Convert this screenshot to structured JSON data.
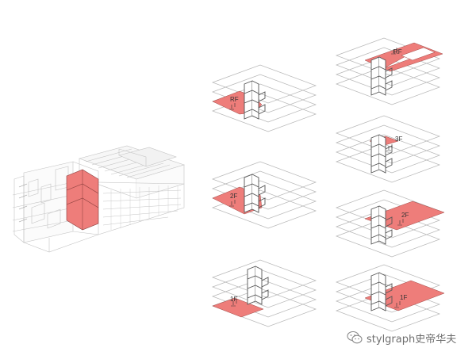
{
  "colors": {
    "highlight": "#ee7d7a",
    "line": "#b7b7b7",
    "dark_line": "#555555",
    "label": "#333333"
  },
  "diagrams": [
    {
      "id": "left-rf",
      "label": "RF"
    },
    {
      "id": "left-2f",
      "label": "2F"
    },
    {
      "id": "left-1f",
      "label": "1F"
    },
    {
      "id": "right-rf",
      "label": "RF"
    },
    {
      "id": "right-3f",
      "label": "3F"
    },
    {
      "id": "right-2f",
      "label": "2F"
    },
    {
      "id": "right-1f",
      "label": "1F"
    }
  ],
  "watermark": {
    "icon": "wechat-icon",
    "text": "stylgraph史帝华夫"
  }
}
